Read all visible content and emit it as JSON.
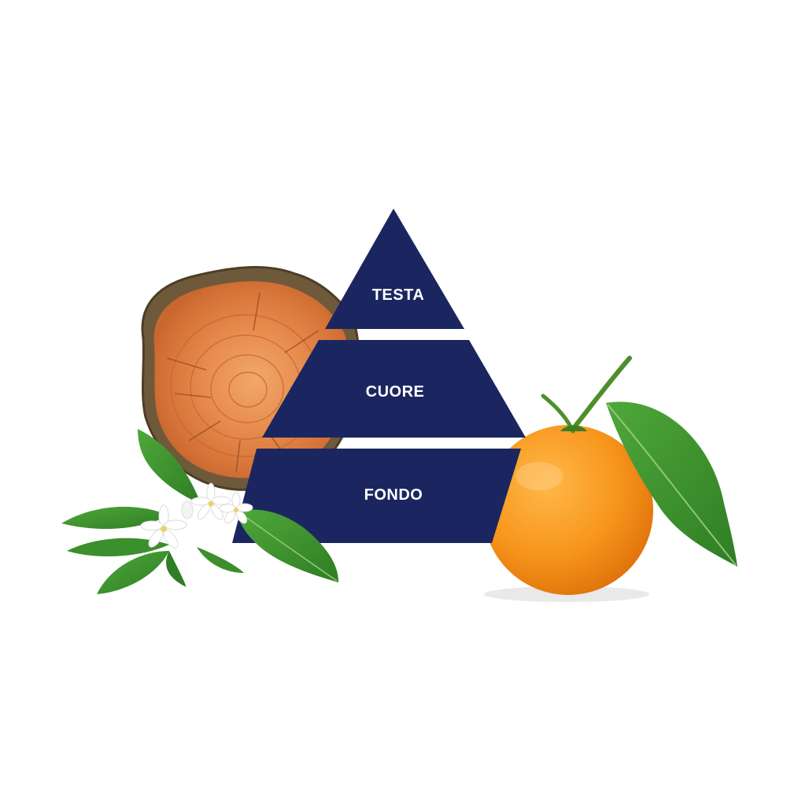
{
  "pyramid": {
    "fill_color": "#1b2660",
    "tiers": [
      {
        "label": "TESTA"
      },
      {
        "label": "CUORE"
      },
      {
        "label": "FONDO"
      }
    ]
  },
  "ingredients": [
    {
      "icon": "wood-log-slice-icon"
    },
    {
      "icon": "orange-blossom-icon"
    },
    {
      "icon": "mandarin-orange-icon"
    }
  ]
}
